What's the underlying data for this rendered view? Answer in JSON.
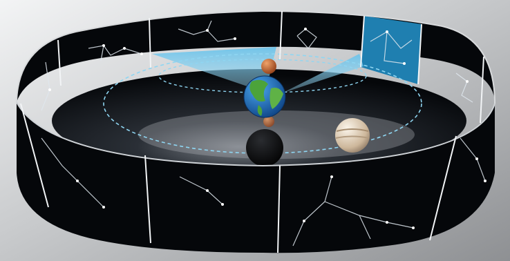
{
  "scene": {
    "panel_count": 12,
    "highlighted_panel_index": 5,
    "colors": {
      "background_light": "#eef0f1",
      "background_dark": "#9a9c9e",
      "wall_dark": "#05070a",
      "wall_divider": "#f2f4f6",
      "floor_dark": "#0b0e12",
      "highlight_panel": "#1f7fb0",
      "sight_beam": "#6cc3ea",
      "orbit_dashes": "#8fd6f2",
      "constellation_lines": "#dfe7ee",
      "mars": "#c9652f",
      "jupiter": "#d9c7ad",
      "earth_ocean": "#1c6fc0",
      "earth_land": "#4ca33a"
    },
    "objects": [
      {
        "name": "earth",
        "icon": "earth-globe"
      },
      {
        "name": "mars",
        "icon": "red-planet"
      },
      {
        "name": "jupiter",
        "icon": "banded-planet"
      },
      {
        "name": "shadow-sphere",
        "icon": "dark-sphere"
      }
    ]
  }
}
